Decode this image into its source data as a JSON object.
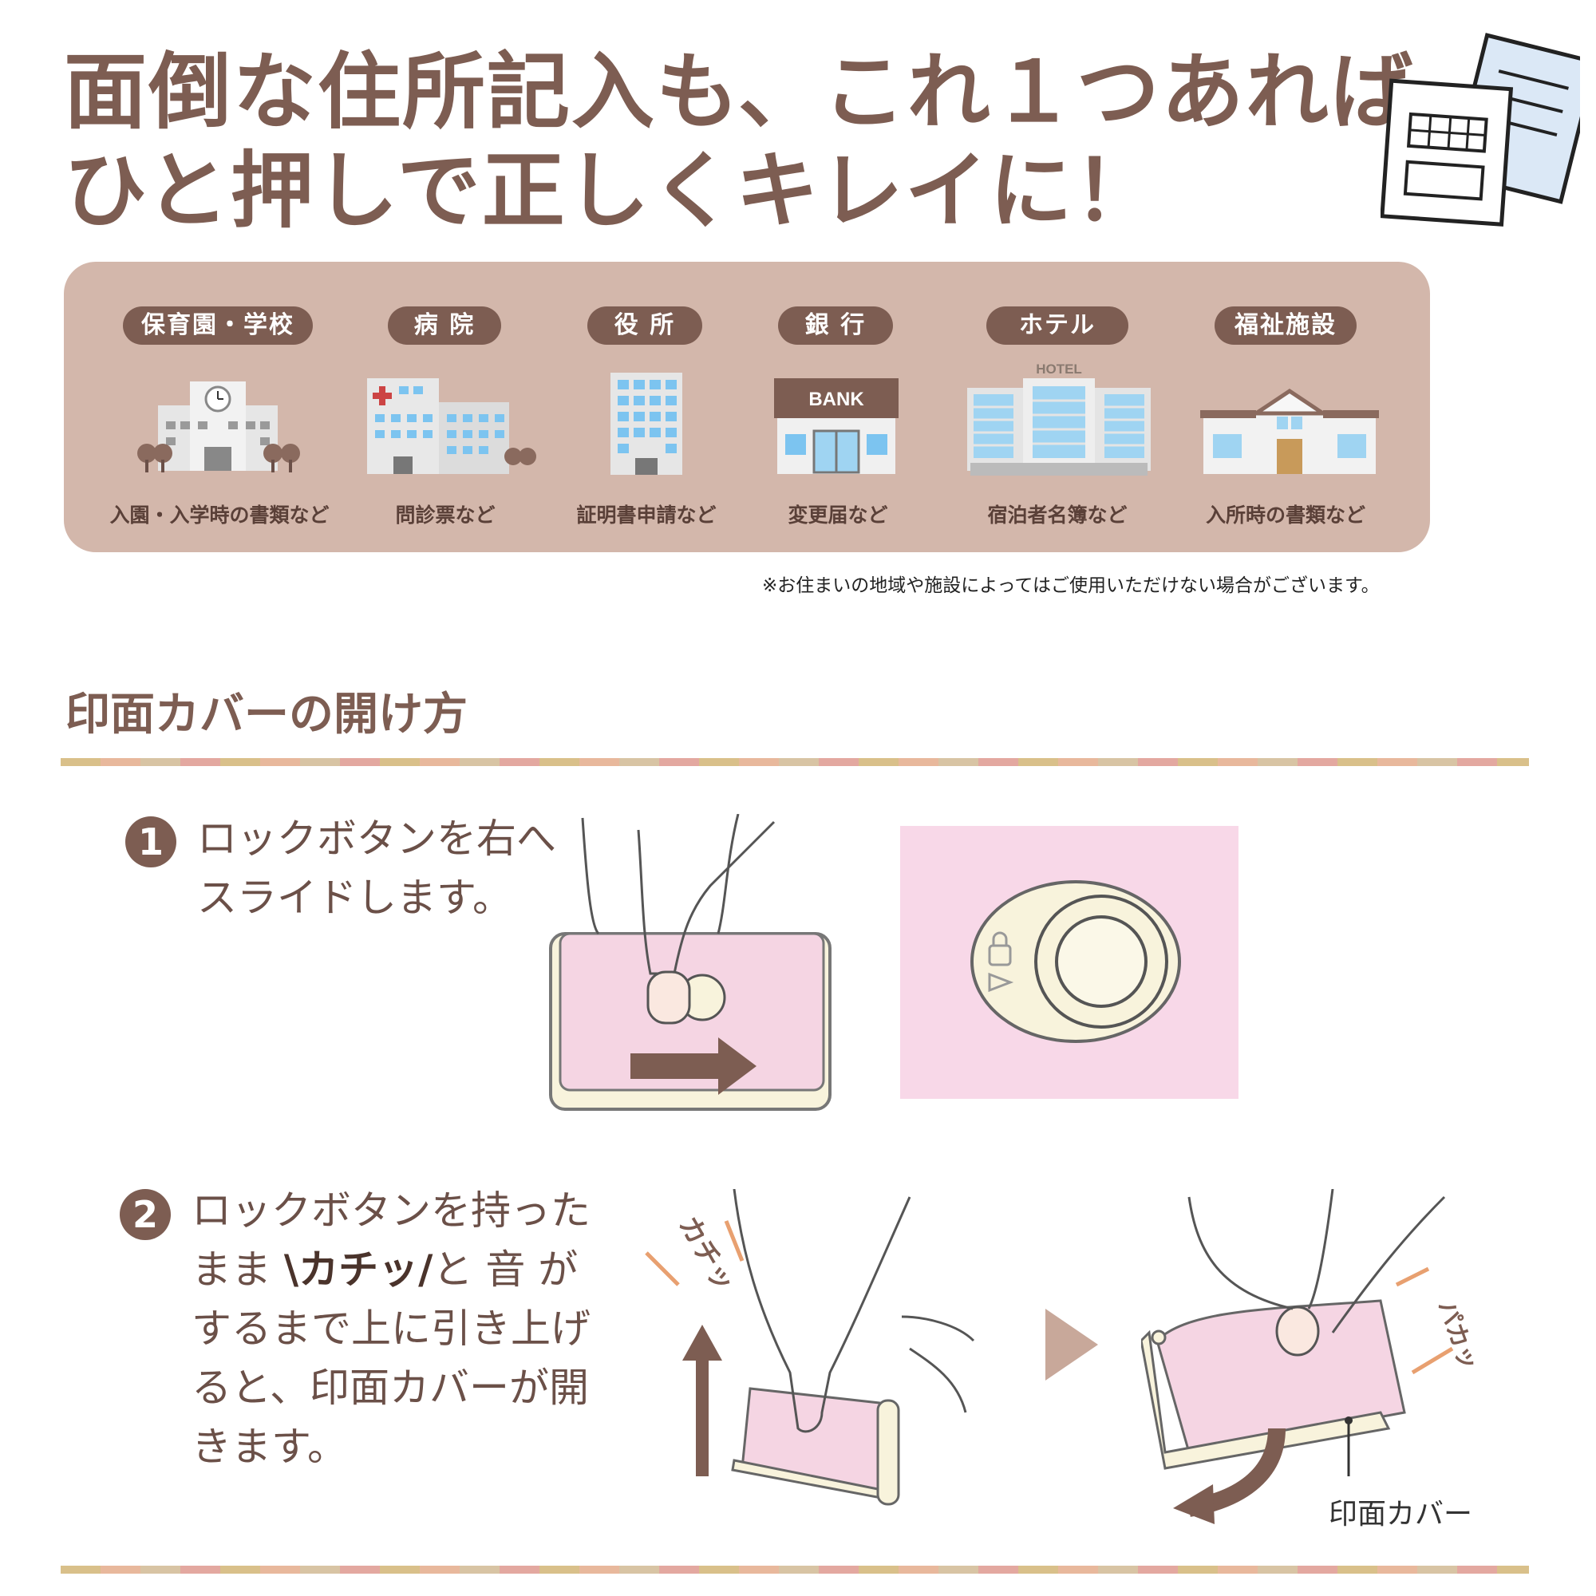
{
  "headline": {
    "line1": "面倒な住所記入も、これ１つあれば",
    "line2": "ひと押しで正しくキレイに！"
  },
  "facilities": [
    {
      "label": "保育園・学校",
      "caption": "入園・入学時の書類など",
      "icon": "school-icon"
    },
    {
      "label": "病 院",
      "caption": "問診票など",
      "icon": "hospital-icon"
    },
    {
      "label": "役 所",
      "caption": "証明書申請など",
      "icon": "city-office-icon"
    },
    {
      "label": "銀 行",
      "caption": "変更届など",
      "icon": "bank-icon",
      "sign": "BANK"
    },
    {
      "label": "ホテル",
      "caption": "宿泊者名簿など",
      "icon": "hotel-icon",
      "sign": "HOTEL"
    },
    {
      "label": "福祉施設",
      "caption": "入所時の書類など",
      "icon": "welfare-facility-icon"
    }
  ],
  "note": "※お住まいの地域や施設によってはご使用いただけない場合がございます。",
  "section_title": "印面カバーの開け方",
  "steps": [
    {
      "number": "1",
      "lines": [
        "ロックボタンを右へ",
        "スライドします。"
      ]
    },
    {
      "number": "2",
      "lines": [
        "ロックボタンを持った",
        "まま",
        "カチッ",
        "と 音 が",
        "するまで上に引き上げ",
        "ると、印面カバーが開",
        "きます。"
      ]
    }
  ],
  "sfx": {
    "click": "カチッ",
    "pop": "パカッ"
  },
  "cover_label": "印面カバー",
  "colors": {
    "brand_brown": "#7d5d52",
    "panel": "#d3b7ab",
    "pink": "#f5d5e3",
    "cream": "#f8f3dc"
  }
}
